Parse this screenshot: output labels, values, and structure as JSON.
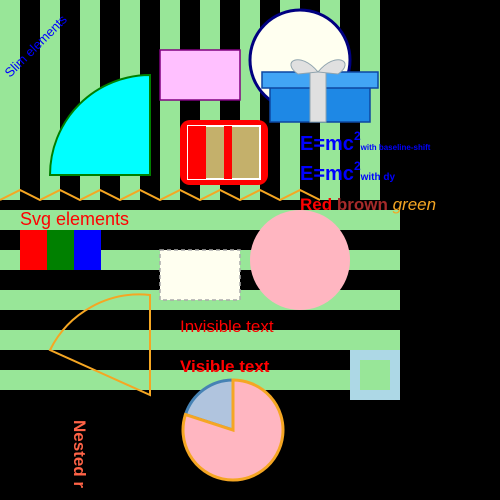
{
  "labels": {
    "slim_elements": "Slim elements",
    "svg_elements": "Svg elements",
    "invisible_text": "Invisible text",
    "visible_text": "Visible text",
    "nested": "Nested r"
  },
  "equations": {
    "first_main": "E=mc",
    "first_sup": "2",
    "first_note": "with baseline-shift",
    "second_main": "E=mc",
    "second_sup": "2",
    "second_note": "with dy"
  },
  "color_words": {
    "red": "Red",
    "brown": "brown",
    "green": "green"
  },
  "pie": {
    "major_fraction": 0.8,
    "minor_fraction": 0.2
  },
  "colors": {
    "background": "#000000",
    "stripe": "#98e698",
    "cyan": "#00ffff",
    "pink": "#ffb6c1",
    "steelblue": "#4682b4",
    "orange": "#f5a623",
    "red": "#ff0000",
    "green": "#008000",
    "blue": "#0000ff",
    "ivory": "#fffff0",
    "lightblue": "#add8e6",
    "navy": "#000080"
  }
}
